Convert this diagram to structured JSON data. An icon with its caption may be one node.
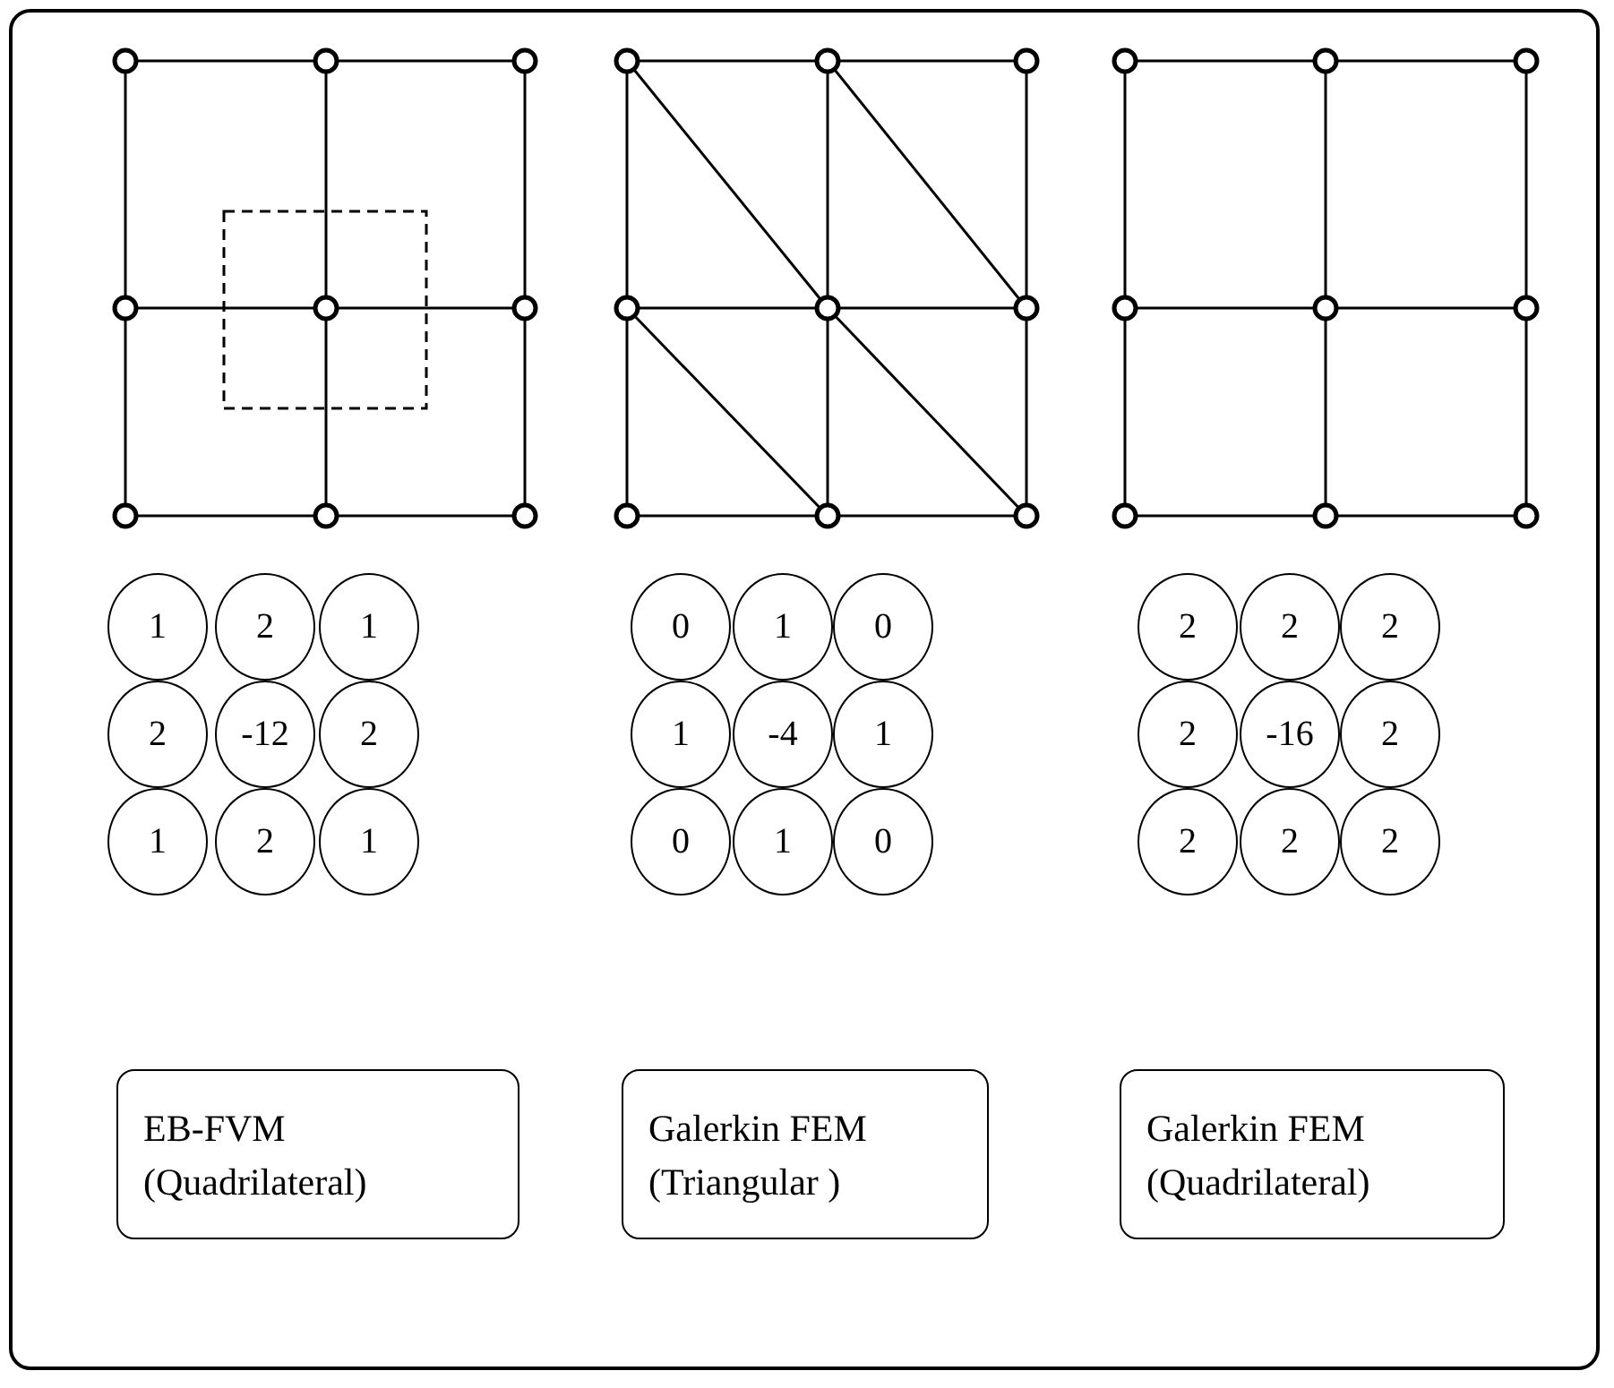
{
  "diagram": {
    "nodes": [
      {
        "text": [
          "1"
        ]
      },
      {
        "text": [
          "2"
        ]
      },
      {
        "text": [
          "1"
        ]
      },
      {
        "text": [
          "2"
        ]
      },
      {
        "text": [
          "-12"
        ]
      },
      {
        "text": [
          "2"
        ]
      },
      {
        "text": [
          "1"
        ]
      },
      {
        "text": [
          "2"
        ]
      },
      {
        "text": [
          "1"
        ]
      },
      {
        "text": [
          "0"
        ]
      },
      {
        "text": [
          "1"
        ]
      },
      {
        "text": [
          "0"
        ]
      },
      {
        "text": [
          "1"
        ]
      },
      {
        "text": [
          "-4"
        ]
      },
      {
        "text": [
          "1"
        ]
      },
      {
        "text": [
          "0"
        ]
      },
      {
        "text": [
          "1"
        ]
      },
      {
        "text": [
          "0"
        ]
      },
      {
        "text": [
          "2"
        ]
      },
      {
        "text": [
          "2"
        ]
      },
      {
        "text": [
          "2"
        ]
      },
      {
        "text": [
          "2"
        ]
      },
      {
        "text": [
          "-16"
        ]
      },
      {
        "text": [
          "2"
        ]
      },
      {
        "text": [
          "2"
        ]
      },
      {
        "text": [
          "2"
        ]
      },
      {
        "text": [
          "2"
        ]
      },
      {
        "text": [
          "EB-FVM",
          "(Quadrilateral)"
        ]
      },
      {
        "text": [
          "Galerkin FEM",
          "(Triangular )"
        ]
      },
      {
        "text": [
          "Galerkin FEM",
          "(Quadrilateral)"
        ]
      }
    ]
  }
}
